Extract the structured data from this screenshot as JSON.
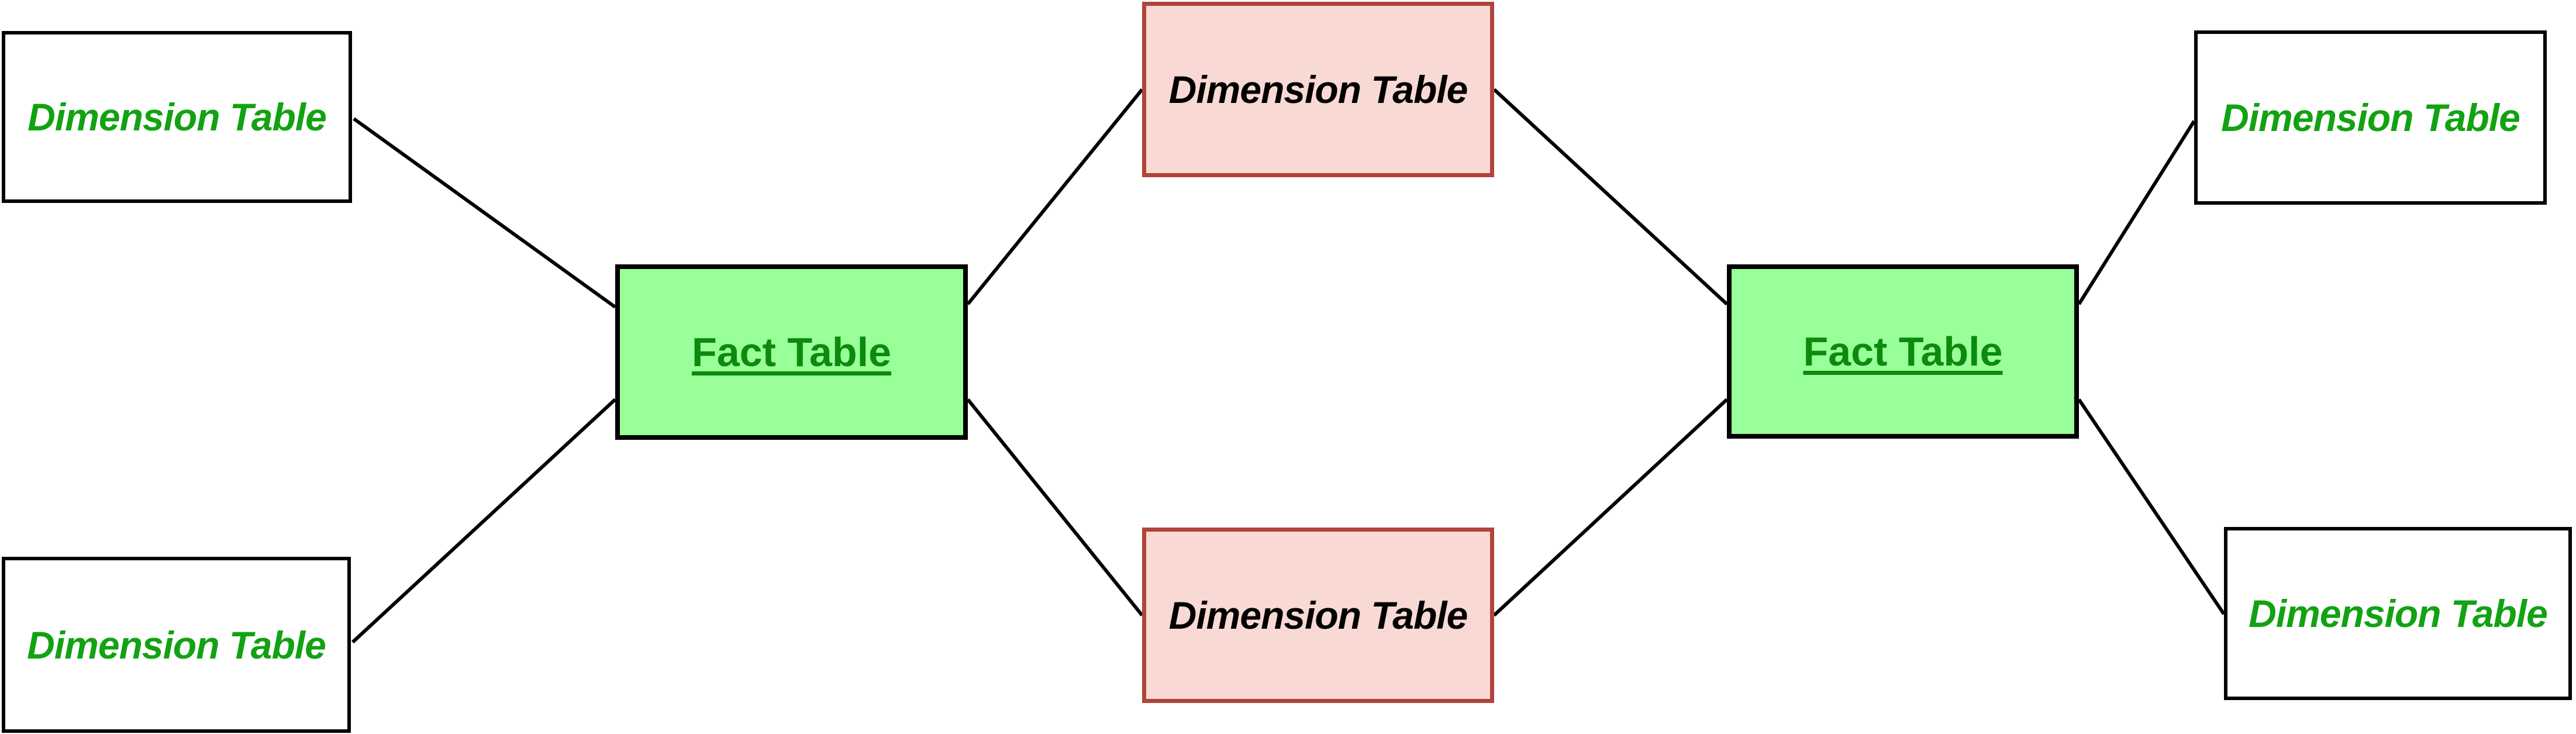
{
  "diagram": {
    "kind": "fact-constellation-schema",
    "background": "#FFFFFF"
  },
  "colors": {
    "white_fill": "#FFFFFF",
    "black_border": "#000000",
    "dim_green_text": "#12A212",
    "dim_black_text": "#000000",
    "fact_fill": "#99FF99",
    "fact_text": "#0B8A0B",
    "pink_fill": "#F8D9D3",
    "pink_border": "#B0443A",
    "line_color": "#000000"
  },
  "nodes": [
    {
      "id": "dim-left-top",
      "label": "Dimension Table",
      "style": "white-green"
    },
    {
      "id": "dim-left-bottom",
      "label": "Dimension Table",
      "style": "white-green"
    },
    {
      "id": "fact-left",
      "label": "Fact Table",
      "style": "fact-green"
    },
    {
      "id": "dim-center-top",
      "label": "Dimension Table",
      "style": "pink-black"
    },
    {
      "id": "dim-center-bottom",
      "label": "Dimension Table",
      "style": "pink-black"
    },
    {
      "id": "fact-right",
      "label": "Fact Table",
      "style": "fact-green"
    },
    {
      "id": "dim-right-top",
      "label": "Dimension Table",
      "style": "white-green"
    },
    {
      "id": "dim-right-bottom",
      "label": "Dimension Table",
      "style": "white-green"
    }
  ],
  "edges": [
    {
      "from": "dim-left-top",
      "to": "fact-left"
    },
    {
      "from": "dim-left-bottom",
      "to": "fact-left"
    },
    {
      "from": "fact-left",
      "to": "dim-center-top"
    },
    {
      "from": "fact-left",
      "to": "dim-center-bottom"
    },
    {
      "from": "dim-center-top",
      "to": "fact-right"
    },
    {
      "from": "dim-center-bottom",
      "to": "fact-right"
    },
    {
      "from": "fact-right",
      "to": "dim-right-top"
    },
    {
      "from": "fact-right",
      "to": "dim-right-bottom"
    }
  ]
}
